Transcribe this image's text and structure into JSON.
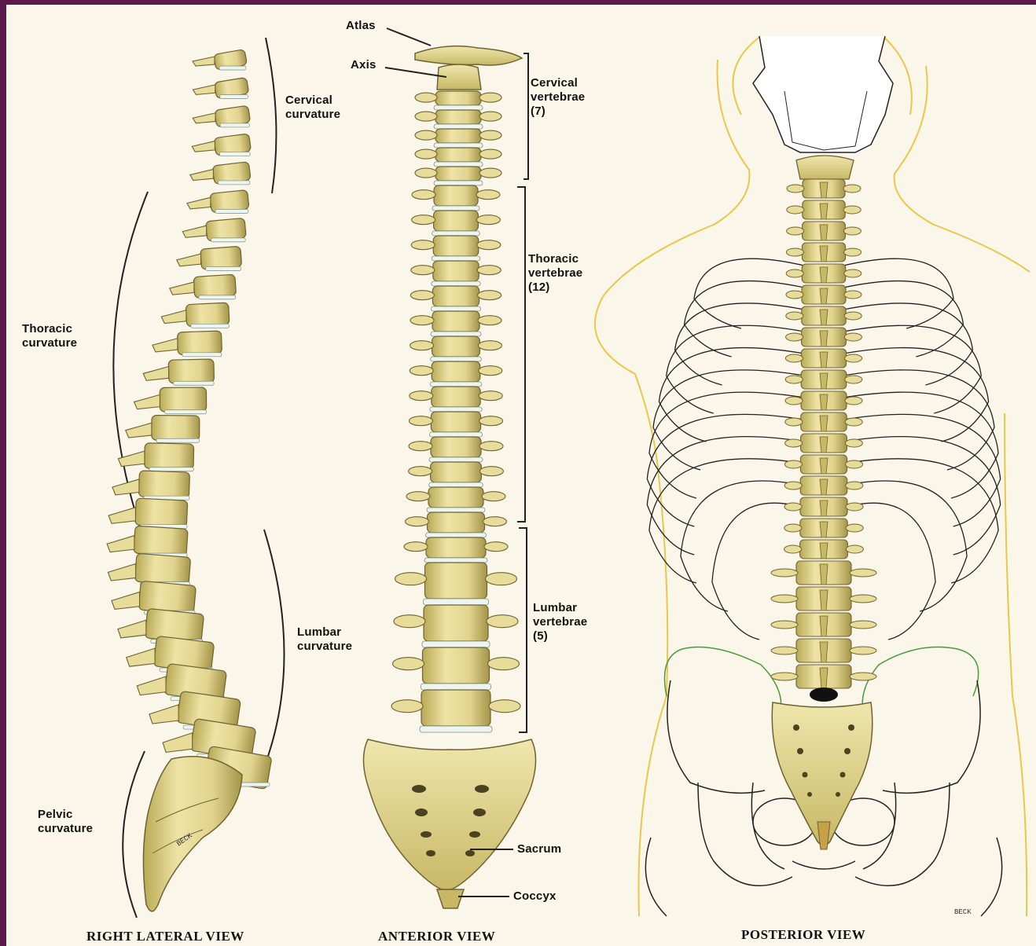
{
  "labels": {
    "atlas": "Atlas",
    "axis": "Axis",
    "cervical_curvature": "Cervical\ncurvature",
    "thoracic_curvature": "Thoracic\ncurvature",
    "lumbar_curvature": "Lumbar\ncurvature",
    "pelvic_curvature": "Pelvic\ncurvature",
    "cervical_vertebrae": "Cervical\nvertebrae\n(7)",
    "thoracic_vertebrae": "Thoracic\nvertebrae\n(12)",
    "lumbar_vertebrae": "Lumbar\nvertebrae\n(5)",
    "sacrum": "Sacrum",
    "coccyx": "Coccyx"
  },
  "views": {
    "right_lateral": "RIGHT LATERAL VIEW",
    "anterior": "ANTERIOR VIEW",
    "posterior": "POSTERIOR VIEW"
  },
  "signatures": {
    "lateral": "BECK",
    "posterior": "BECK"
  },
  "colors": {
    "frame": "#5a1a4a",
    "background": "#fbf6ea",
    "bone": "#e7dc9a",
    "bone_shadow": "#a99a4c",
    "disc": "#eef4ef",
    "body_outline": "#e8c84a",
    "pelvis_outline": "#4a9a3a"
  }
}
